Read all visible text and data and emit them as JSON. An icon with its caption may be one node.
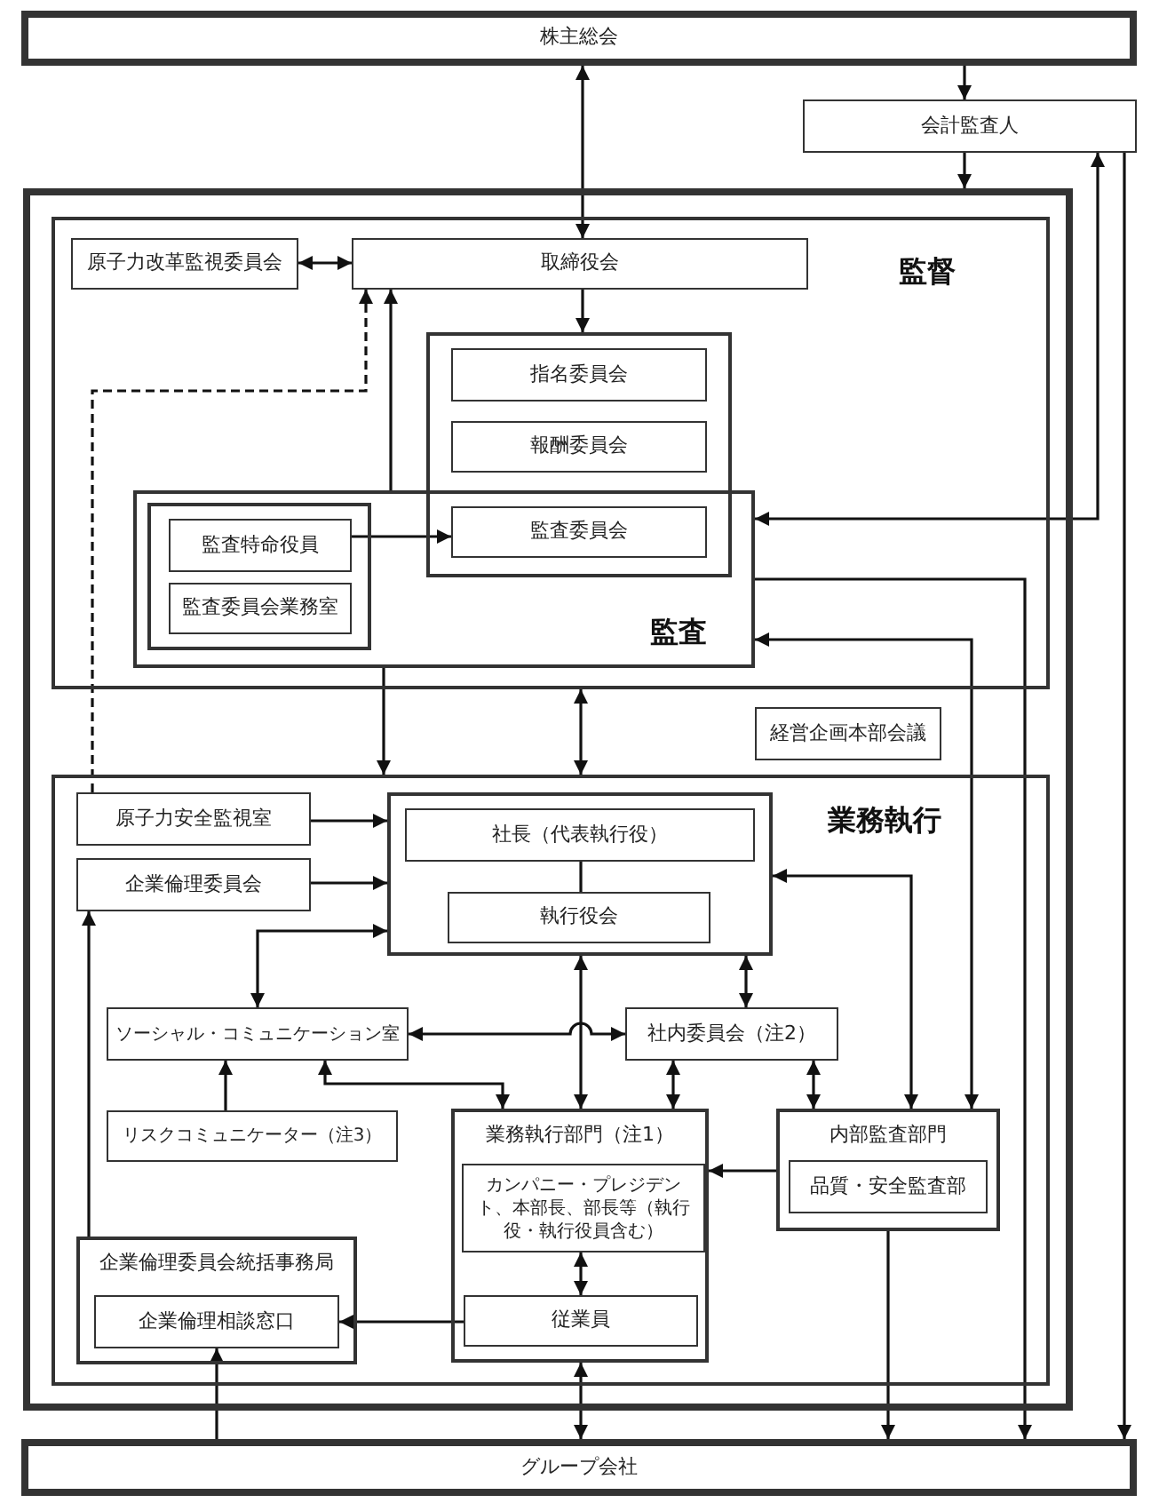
{
  "diagram": {
    "nodes": [
      {
        "text": [
          "株主総会"
        ]
      },
      {
        "text": [
          "会計監査人"
        ]
      },
      {
        "text": [],
        "shape": "box"
      },
      {
        "text": [
          "監督"
        ],
        "in": 2
      },
      {
        "text": [
          "原子力改革監視委員会"
        ],
        "in": 3
      },
      {
        "text": [
          "取締役会"
        ],
        "in": 3
      },
      {
        "text": [],
        "shape": "box",
        "in": 3
      },
      {
        "text": [
          "指名委員会"
        ],
        "in": 6
      },
      {
        "text": [
          "報酬委員会"
        ],
        "in": 6
      },
      {
        "text": [
          "監査"
        ],
        "in": 3
      },
      {
        "text": [],
        "shape": "box",
        "in": 9
      },
      {
        "text": [
          "監査特命役員"
        ],
        "in": 10
      },
      {
        "text": [
          "監査委員会業務室"
        ],
        "in": 10
      },
      {
        "text": [
          "監査委員会"
        ]
      },
      {
        "text": [
          "経営企画本部会議"
        ],
        "in": 2
      },
      {
        "text": [
          "業務執行"
        ],
        "in": 2
      },
      {
        "text": [
          "原子力安全監視室"
        ],
        "in": 15
      },
      {
        "text": [
          "企業倫理委員会"
        ],
        "in": 15
      },
      {
        "text": [],
        "shape": "box",
        "in": 15
      },
      {
        "text": [
          "社長（代表執行役）"
        ],
        "in": 18
      },
      {
        "text": [
          "執行役会"
        ],
        "in": 18
      },
      {
        "text": [
          "ソーシャル・コミュニケーション室"
        ],
        "in": 15
      },
      {
        "text": [
          "社内委員会（注2）"
        ],
        "in": 15
      },
      {
        "text": [
          "リスクコミュニケーター（注3）"
        ],
        "in": 15
      },
      {
        "text": [
          "業務執行部門（注1）"
        ],
        "in": 15
      },
      {
        "text": [
          "カンパニー・プレジデント、本部長、部長等（執行役・執行役員含む）"
        ],
        "in": 24
      },
      {
        "text": [
          "従業員"
        ],
        "in": 24
      },
      {
        "text": [
          "内部監査部門"
        ],
        "in": 15
      },
      {
        "text": [
          "品質・安全監査部"
        ],
        "in": 27
      },
      {
        "text": [
          "企業倫理委員会統括事務局"
        ],
        "in": 15
      },
      {
        "text": [
          "企業倫理相談窓口"
        ],
        "in": 29
      },
      {
        "text": [
          "グループ会社"
        ]
      }
    ],
    "edges": [
      {
        "from": 0,
        "to": 5,
        "arrow": "both"
      },
      {
        "from": 0,
        "to": 1,
        "arrow": "to"
      },
      {
        "from": 1,
        "to": 2,
        "arrow": "to"
      },
      {
        "from": 4,
        "to": 5,
        "arrow": "both"
      },
      {
        "from": 5,
        "to": 6,
        "arrow": "to"
      },
      {
        "from": 16,
        "to": 5,
        "arrow": "to",
        "style": "dashed"
      },
      {
        "from": 9,
        "to": 5,
        "arrow": "to"
      },
      {
        "from": 11,
        "to": 13,
        "arrow": "to"
      },
      {
        "from": 1,
        "to": 9,
        "arrow": "both"
      },
      {
        "from": 1,
        "to": 31,
        "arrow": "to"
      },
      {
        "from": 9,
        "to": 31,
        "arrow": "to"
      },
      {
        "from": 9,
        "to": 27,
        "arrow": "both"
      },
      {
        "from": 9,
        "to": 15,
        "arrow": "to"
      },
      {
        "from": 3,
        "to": 15,
        "arrow": "both"
      },
      {
        "from": 16,
        "to": 18,
        "arrow": "to"
      },
      {
        "from": 17,
        "to": 18,
        "arrow": "to"
      },
      {
        "from": 18,
        "to": 21,
        "arrow": "both"
      },
      {
        "from": 19,
        "to": 20,
        "arrow": "none"
      },
      {
        "from": 18,
        "to": 27,
        "arrow": "both"
      },
      {
        "from": 18,
        "to": 24,
        "arrow": "both"
      },
      {
        "from": 21,
        "to": 22,
        "arrow": "both"
      },
      {
        "from": 18,
        "to": 22,
        "arrow": "both"
      },
      {
        "from": 22,
        "to": 24,
        "arrow": "both"
      },
      {
        "from": 22,
        "to": 27,
        "arrow": "both"
      },
      {
        "from": 23,
        "to": 21,
        "arrow": "to"
      },
      {
        "from": 21,
        "to": 24,
        "arrow": "both"
      },
      {
        "from": 27,
        "to": 24,
        "arrow": "to"
      },
      {
        "from": 25,
        "to": 26,
        "arrow": "both"
      },
      {
        "from": 26,
        "to": 30,
        "arrow": "to"
      },
      {
        "from": 29,
        "to": 17,
        "arrow": "to"
      },
      {
        "from": 31,
        "to": 30,
        "arrow": "to"
      },
      {
        "from": 24,
        "to": 31,
        "arrow": "both"
      },
      {
        "from": 27,
        "to": 31,
        "arrow": "to"
      }
    ]
  }
}
